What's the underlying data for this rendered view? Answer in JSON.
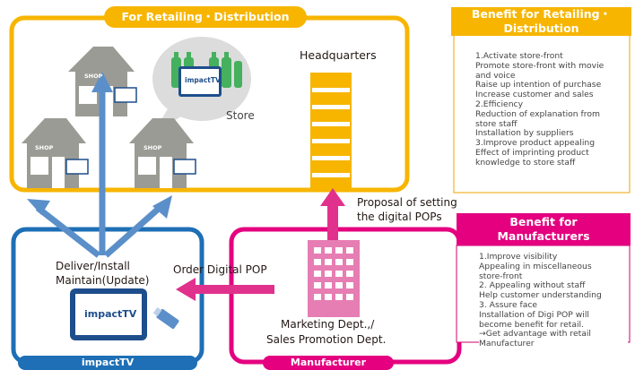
{
  "retail": {
    "title": "For Retailing・Distribution",
    "headquarters": "Headquarters",
    "store": "Store",
    "shop_sign": "SHOP",
    "screen_brand": "impactTV"
  },
  "impacttv": {
    "title": "impactTV",
    "line1": "Deliver/Install",
    "line2": "Maintain(Update)",
    "brand": "impactTV"
  },
  "manufacturer": {
    "title": "Manufacturer",
    "dept_line1": "Marketing Dept.,/",
    "dept_line2": "Sales Promotion Dept."
  },
  "arrows": {
    "order": "Order Digital POP",
    "proposal_line1": "Proposal of setting",
    "proposal_line2": "the digital POPs"
  },
  "benefit_retail": {
    "title_line1": "Benefit for Retailing・",
    "title_line2": "Distribution",
    "lines": [
      "1.Activate store-front",
      "Promote store-front with movie",
      "and voice",
      "Raise up intention of purchase",
      "Increase customer and sales",
      "2.Efficiency",
      "Reduction of explanation from",
      "store staff",
      "Installation by suppliers",
      "3.Improve product appealing",
      "Effect of imprinting product",
      "knowledge to store staff"
    ]
  },
  "benefit_manufacturer": {
    "title_line1": "Benefit for",
    "title_line2": "Manufacturers",
    "lines": [
      "1.Improve visibility",
      "Appealing in miscellaneous",
      "store-front",
      "2. Appealing without staff",
      "Help customer understanding",
      "3. Assure face",
      "Installation of Digi POP will",
      "become benefit for retail.",
      "→Get advantage with retail",
      "Manufacturer"
    ]
  },
  "colors": {
    "retail": "#f7b500",
    "impacttv": "#1e6fb5",
    "manufacturer": "#e4007f",
    "arrow_blue": "#5b8fc9",
    "arrow_pink": "#e0318c",
    "building_gray": "#9b9b95"
  }
}
